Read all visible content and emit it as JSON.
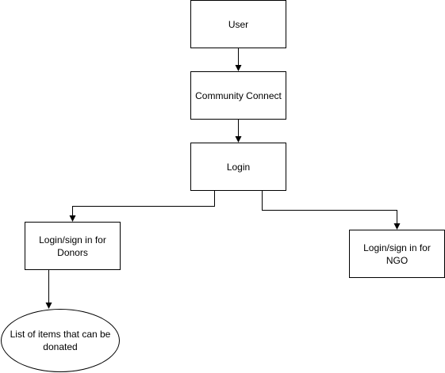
{
  "diagram": {
    "nodes": {
      "user": "User",
      "community": "Community Connect",
      "login": "Login",
      "donors": "Login/sign in for Donors",
      "ngo": "Login/sign in for NGO",
      "items": "List of items that can be donated"
    },
    "edges": [
      {
        "from": "user",
        "to": "community"
      },
      {
        "from": "community",
        "to": "login"
      },
      {
        "from": "login",
        "to": "donors"
      },
      {
        "from": "login",
        "to": "ngo"
      },
      {
        "from": "donors",
        "to": "items"
      }
    ],
    "colors": {
      "stroke": "#000000",
      "fill": "#ffffff",
      "text": "#000000"
    }
  }
}
